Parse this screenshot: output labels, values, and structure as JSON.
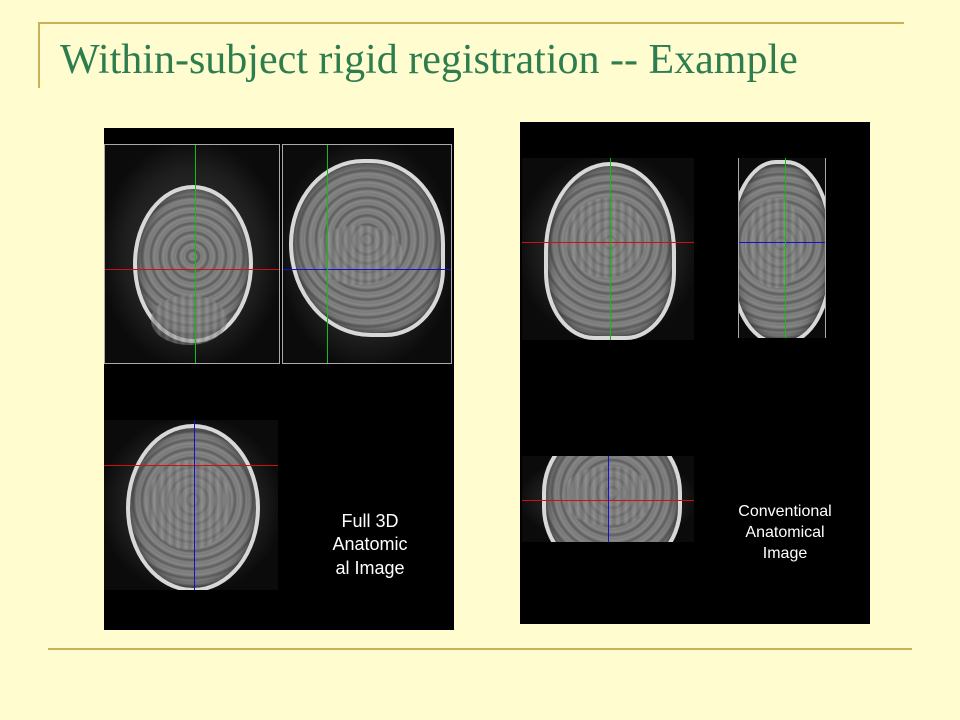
{
  "slide": {
    "title": "Within-subject rigid registration -- Example"
  },
  "left_figure": {
    "caption_lines": [
      "Full 3D",
      "Anatomic",
      "al Image"
    ],
    "views": [
      "coronal",
      "sagittal",
      "axial"
    ]
  },
  "right_figure": {
    "caption_lines": [
      "Conventional",
      "Anatomical",
      "Image"
    ],
    "views": [
      "coronal",
      "sagittal",
      "axial"
    ]
  },
  "colors": {
    "background": "#fffdd0",
    "title": "#2e7d4f",
    "rule": "#c9b155",
    "crosshair_red": "#d01010",
    "crosshair_green": "#10c010",
    "crosshair_blue": "#1010d0"
  }
}
